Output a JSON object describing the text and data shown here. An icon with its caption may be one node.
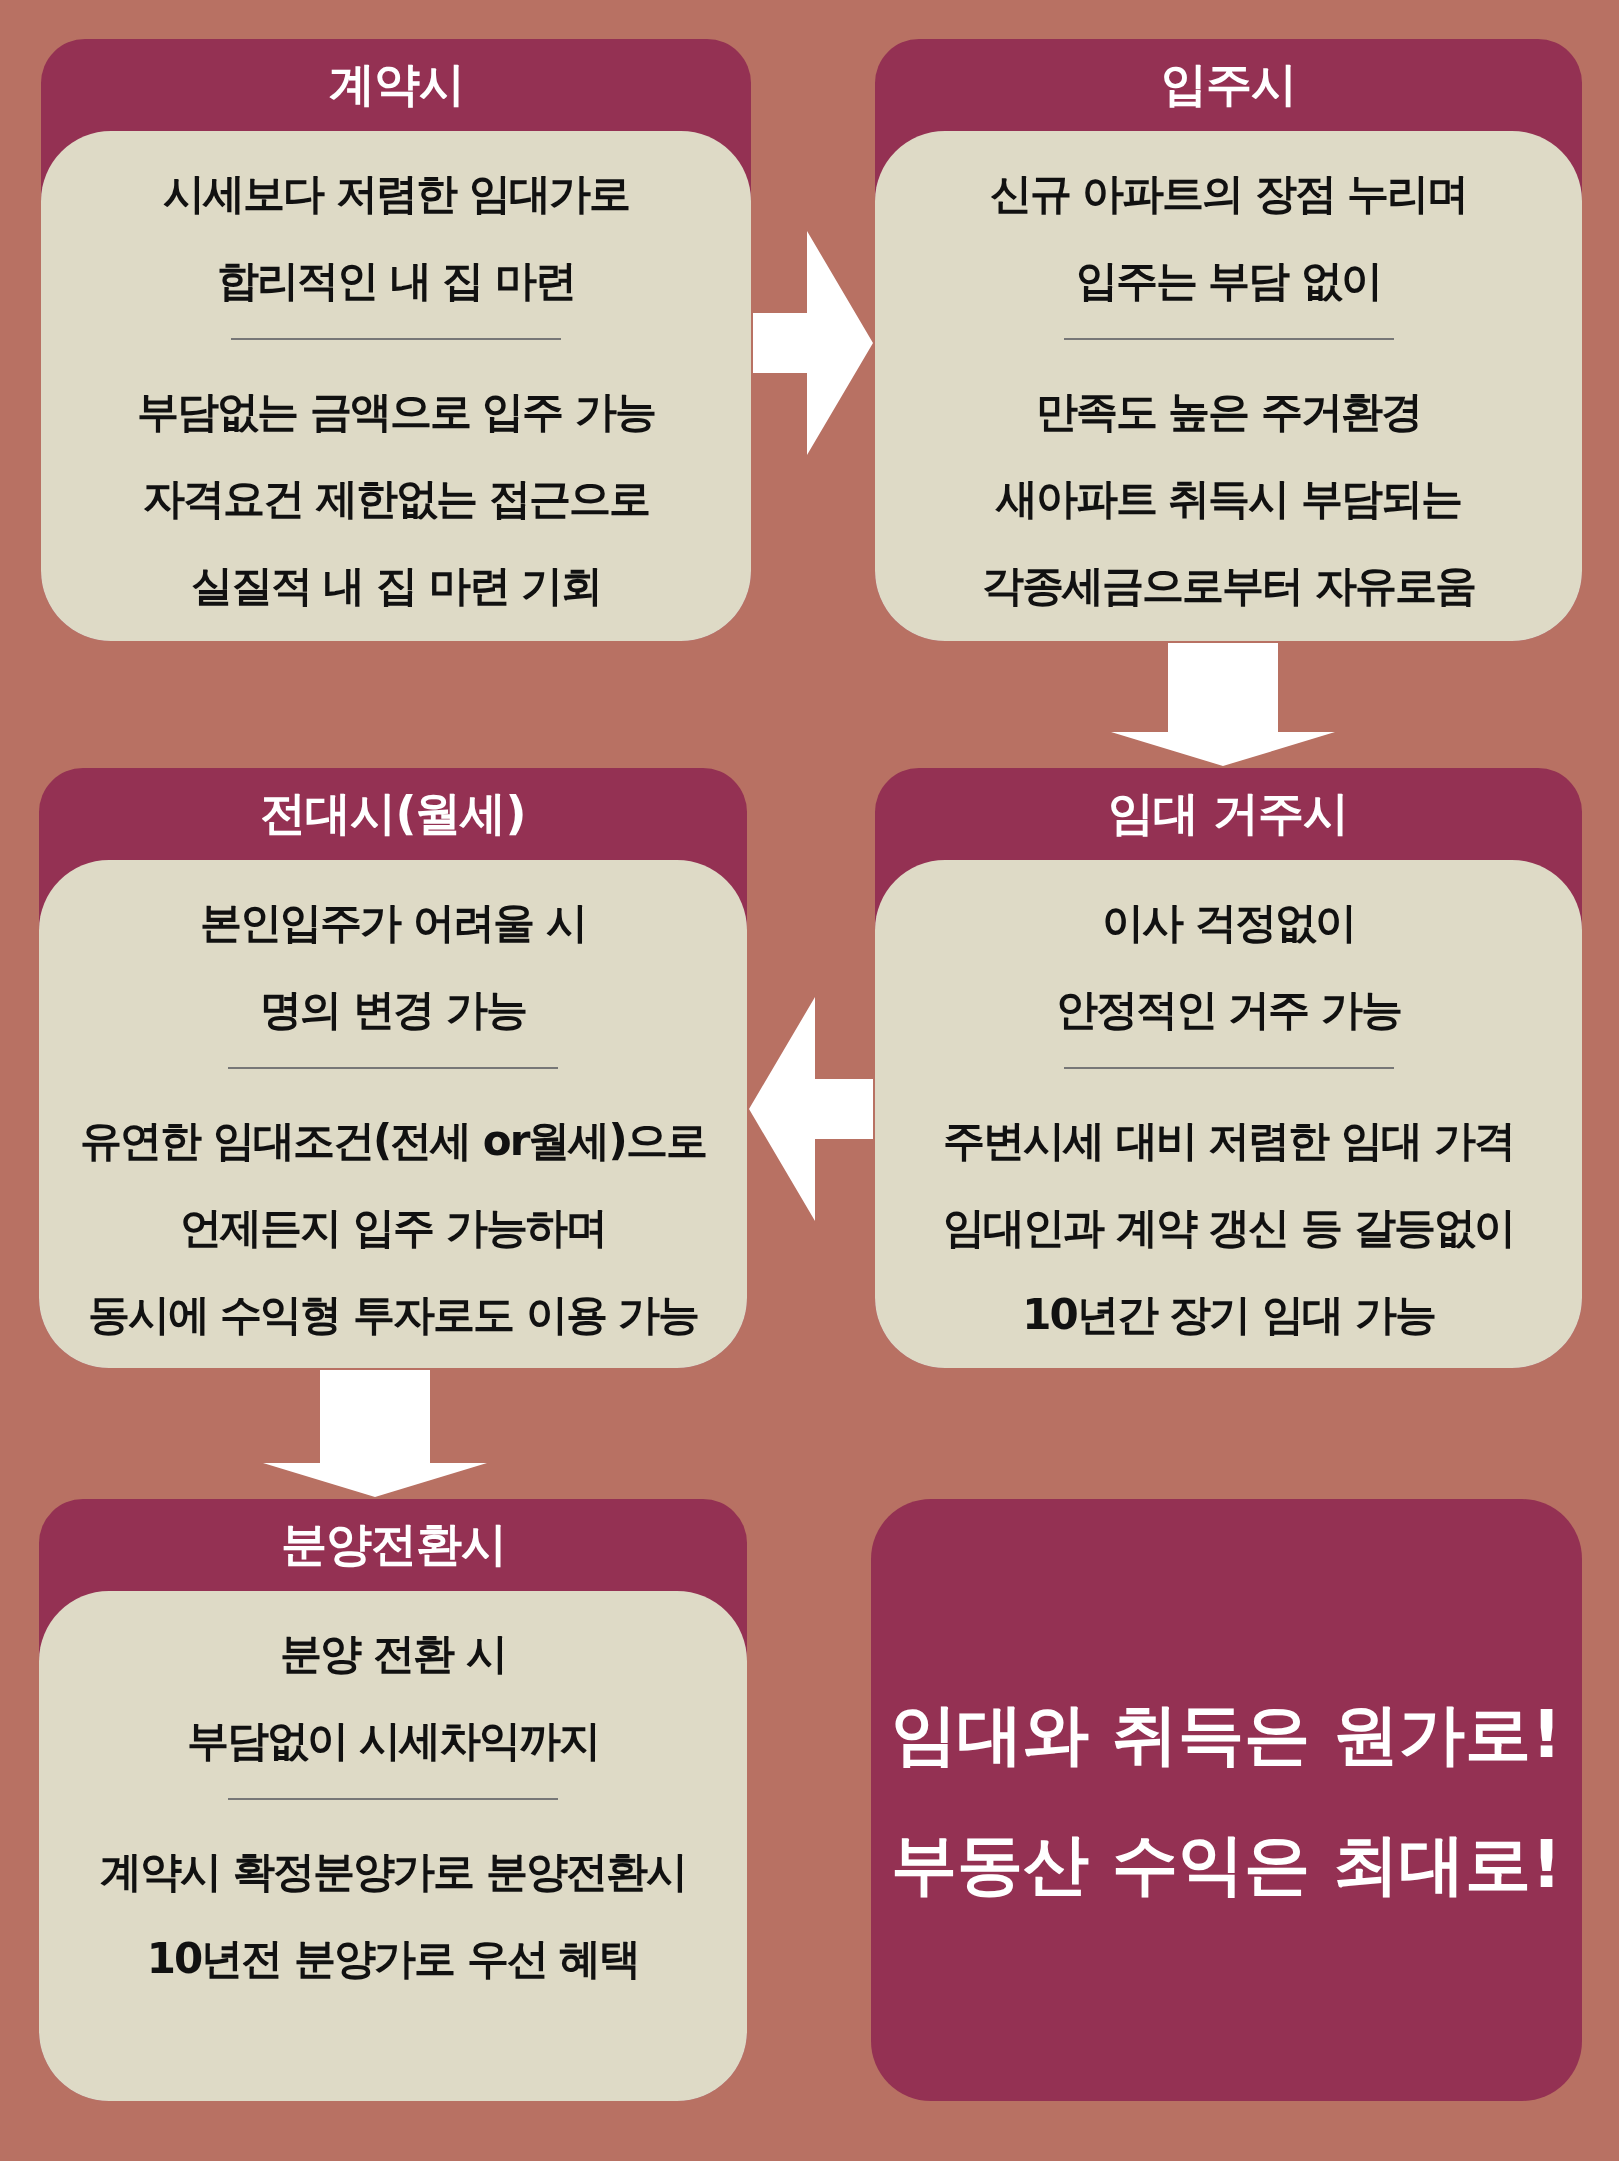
{
  "diagram": {
    "nodes": [
      {
        "text": [
          "계약시",
          "시세보다 저렴한 임대가로",
          "합리적인 내 집 마련",
          "부담없는 금액으로 입주 가능",
          "자격요건 제한없는 접근으로",
          "실질적 내 집 마련 기회"
        ]
      },
      {
        "text": [
          "입주시",
          "신규 아파트의 장점 누리며",
          "입주는 부담 없이",
          "만족도 높은 주거환경",
          "새아파트 취득시 부담되는",
          "각종세금으로부터 자유로움"
        ]
      },
      {
        "text": [
          "전대시(월세)",
          "본인입주가 어려울 시",
          "명의 변경 가능",
          "유연한 임대조건(전세 or월세)으로",
          "언제든지 입주 가능하며",
          "동시에 수익형 투자로도 이용 가능"
        ]
      },
      {
        "text": [
          "임대 거주시",
          "이사 걱정없이",
          "안정적인 거주 가능",
          "주변시세 대비 저렴한 임대 가격",
          "임대인과 계약 갱신 등 갈등없이",
          "10년간 장기 임대 가능"
        ]
      },
      {
        "text": [
          "분양전환시",
          "분양 전환 시",
          "부담없이 시세차익까지",
          "계약시 확정분양가로 분양전환시",
          "10년전 분양가로 우선 혜택"
        ]
      },
      {
        "text": [
          "임대와 취득은 원가로!",
          "부동산 수익은 최대로!"
        ]
      }
    ],
    "edges": [
      {
        "from": 0,
        "to": 1,
        "arrow": "to"
      },
      {
        "from": 1,
        "to": 3,
        "arrow": "to"
      },
      {
        "from": 3,
        "to": 2,
        "arrow": "to"
      },
      {
        "from": 2,
        "to": 4,
        "arrow": "to"
      }
    ]
  }
}
